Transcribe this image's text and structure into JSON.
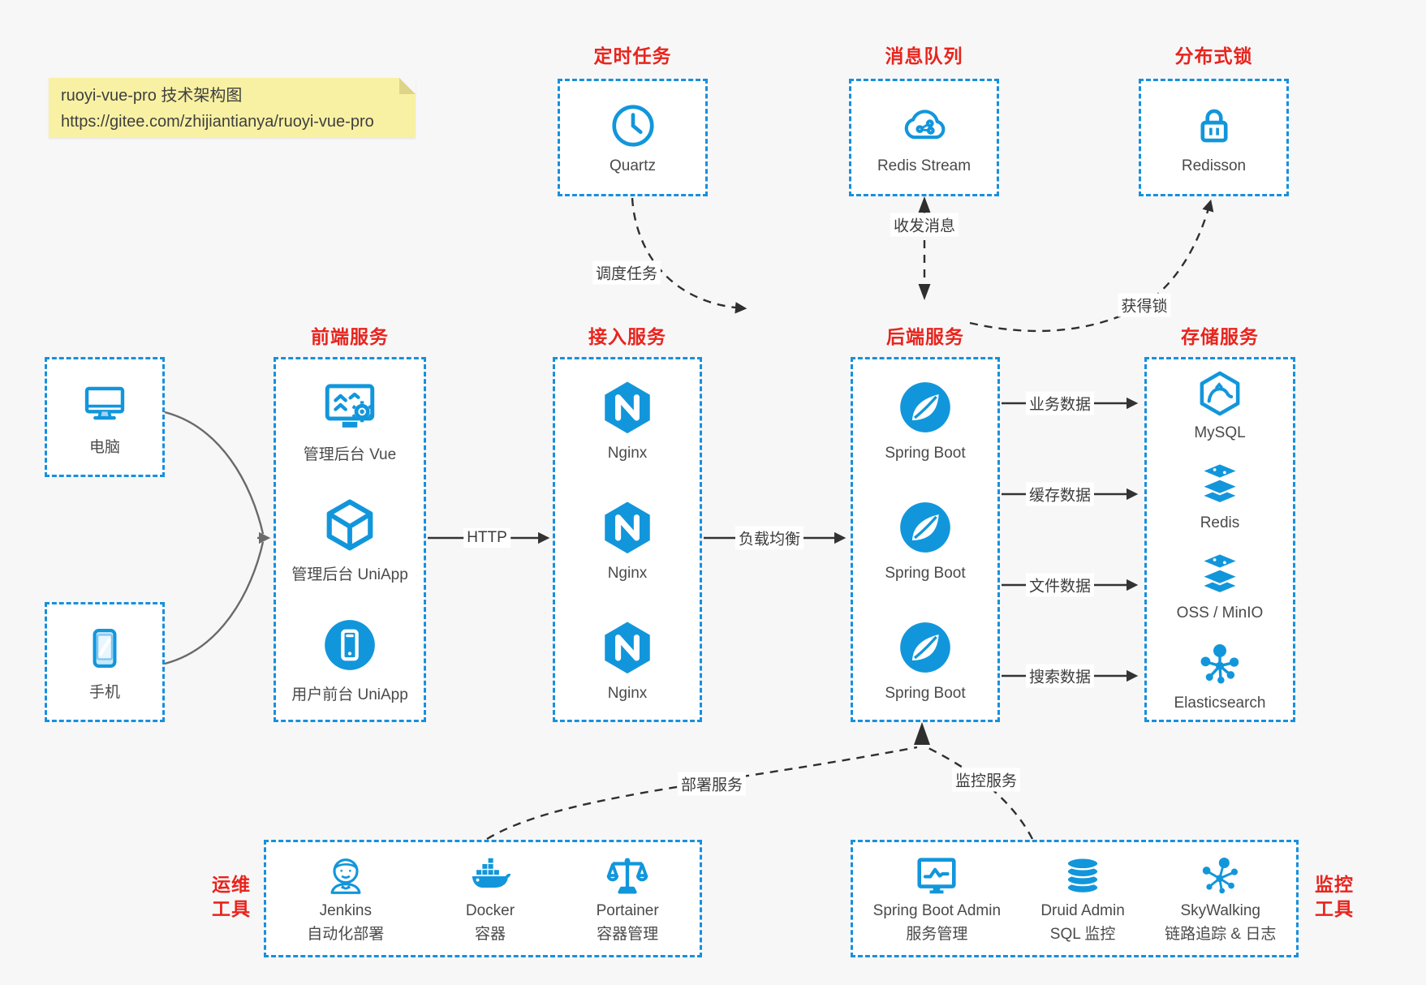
{
  "note": {
    "title": "ruoyi-vue-pro 技术架构图",
    "url": "https://gitee.com/zhijiantianya/ruoyi-vue-pro"
  },
  "palette": {
    "icon_blue": "#1296db",
    "border_blue": "#1890dc",
    "title_red": "#e8241d",
    "note_yellow": "#f8f1a3",
    "arrow_black": "#333333",
    "dashed_dark": "#2f2f2f"
  },
  "top_groups": [
    {
      "title": "定时任务",
      "item": {
        "label": "Quartz",
        "icon": "clock-icon"
      }
    },
    {
      "title": "消息队列",
      "item": {
        "label": "Redis Stream",
        "icon": "cloud-network-icon"
      }
    },
    {
      "title": "分布式锁",
      "item": {
        "label": "Redisson",
        "icon": "lock-icon"
      }
    }
  ],
  "clients": [
    {
      "label": "电脑",
      "icon": "desktop-icon"
    },
    {
      "label": "手机",
      "icon": "smartphone-icon"
    }
  ],
  "columns": [
    {
      "title": "前端服务",
      "items": [
        {
          "label": "管理后台 Vue",
          "icon": "admin-vue-icon"
        },
        {
          "label": "管理后台 UniApp",
          "icon": "cube-icon"
        },
        {
          "label": "用户前台 UniApp",
          "icon": "mobile-app-icon"
        }
      ]
    },
    {
      "title": "接入服务",
      "items": [
        {
          "label": "Nginx",
          "icon": "nginx-icon"
        },
        {
          "label": "Nginx",
          "icon": "nginx-icon"
        },
        {
          "label": "Nginx",
          "icon": "nginx-icon"
        }
      ]
    },
    {
      "title": "后端服务",
      "items": [
        {
          "label": "Spring Boot",
          "icon": "spring-boot-icon"
        },
        {
          "label": "Spring Boot",
          "icon": "spring-boot-icon"
        },
        {
          "label": "Spring Boot",
          "icon": "spring-boot-icon"
        }
      ]
    },
    {
      "title": "存储服务",
      "items": [
        {
          "label": "MySQL",
          "icon": "mysql-icon"
        },
        {
          "label": "Redis",
          "icon": "redis-icon"
        },
        {
          "label": "OSS / MinIO",
          "icon": "oss-minio-icon"
        },
        {
          "label": "Elasticsearch",
          "icon": "elasticsearch-icon"
        }
      ]
    }
  ],
  "edges": {
    "http": "HTTP",
    "load_balance": "负载均衡",
    "schedule": "调度任务",
    "message": "收发消息",
    "lock": "获得锁",
    "business_data": "业务数据",
    "cache_data": "缓存数据",
    "file_data": "文件数据",
    "search_data": "搜索数据",
    "deploy": "部署服务",
    "monitor": "监控服务"
  },
  "bottom_groups": [
    {
      "side_label_line1": "运维",
      "side_label_line2": "工具",
      "items": [
        {
          "name": "Jenkins",
          "desc": "自动化部署",
          "icon": "jenkins-icon"
        },
        {
          "name": "Docker",
          "desc": "容器",
          "icon": "docker-icon"
        },
        {
          "name": "Portainer",
          "desc": "容器管理",
          "icon": "portainer-icon"
        }
      ]
    },
    {
      "side_label_line1": "监控",
      "side_label_line2": "工具",
      "items": [
        {
          "name": "Spring Boot Admin",
          "desc": "服务管理",
          "icon": "spring-boot-admin-icon"
        },
        {
          "name": "Druid Admin",
          "desc": "SQL 监控",
          "icon": "druid-icon"
        },
        {
          "name": "SkyWalking",
          "desc": "链路追踪 & 日志",
          "icon": "skywalking-icon"
        }
      ]
    }
  ]
}
